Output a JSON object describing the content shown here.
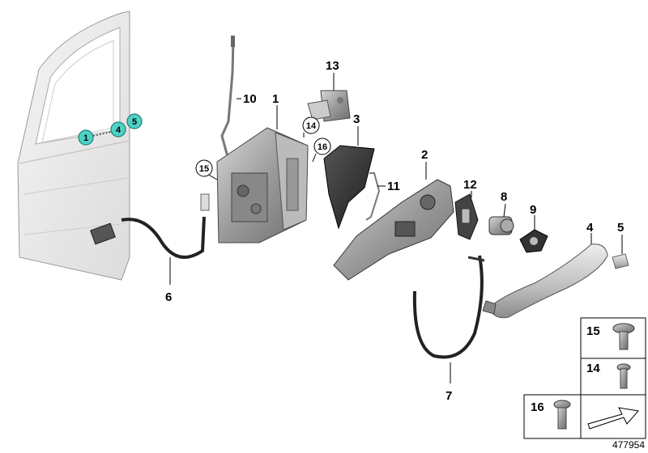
{
  "callouts": {
    "p1": "1",
    "p2": "2",
    "p3": "3",
    "p4": "4",
    "p5": "5",
    "p6": "6",
    "p7": "7",
    "p8": "8",
    "p9": "9",
    "p10": "10",
    "p11": "11",
    "p12": "12",
    "p13": "13",
    "c14": "14",
    "c15": "15",
    "c16": "16"
  },
  "door_markers": {
    "m1": "1",
    "m4": "4",
    "m5": "5"
  },
  "fastener_boxes": {
    "b15": "15",
    "b14": "14",
    "b16": "16"
  },
  "reference_number": "477954",
  "colors": {
    "marker_fill": "#4fd1c5",
    "marker_stroke": "#1a7f78"
  }
}
